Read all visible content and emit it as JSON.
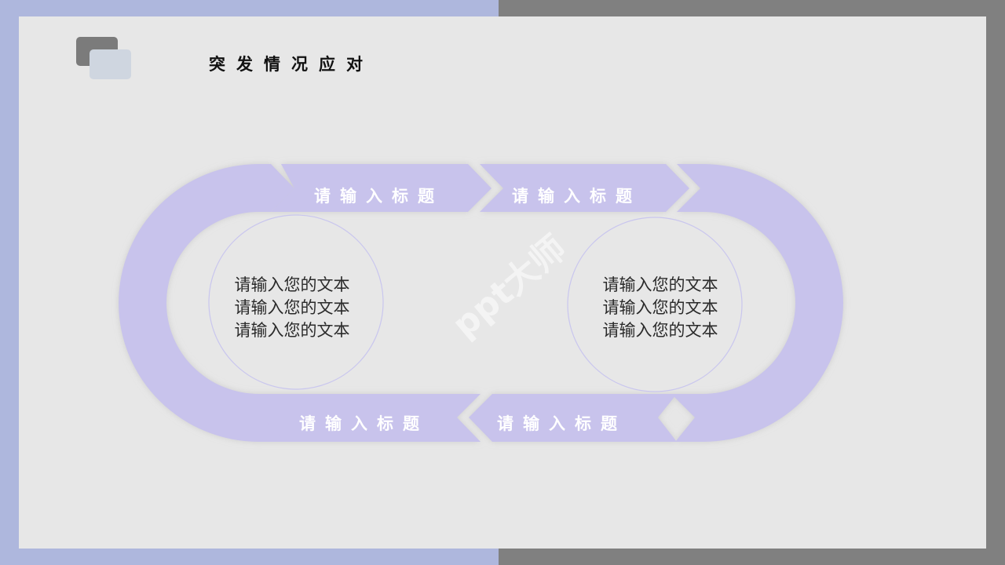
{
  "slide": {
    "title": "突发情况应对"
  },
  "segments": [
    {
      "label": "请输入标题"
    },
    {
      "label": "请输入标题"
    },
    {
      "label": "请输入标题"
    },
    {
      "label": "请输入标题"
    }
  ],
  "circles": [
    {
      "lines": [
        "请输入您的文本",
        "请输入您的文本",
        "请输入您的文本"
      ]
    },
    {
      "lines": [
        "请输入您的文本",
        "请输入您的文本",
        "请输入您的文本"
      ]
    }
  ],
  "watermark": "ppt大师",
  "colors": {
    "accent": "#c8c3ec",
    "circle_stroke": "#c9c6ee",
    "card": "#e7e7e7"
  }
}
